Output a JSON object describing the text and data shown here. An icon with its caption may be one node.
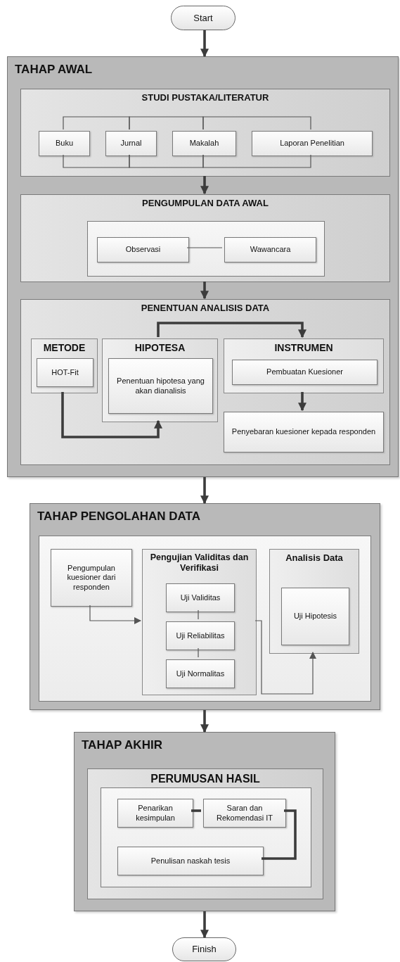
{
  "diagram": {
    "nodes": [
      {
        "text": [
          "Start"
        ]
      },
      {
        "text": [
          "TAHAP AWAL"
        ]
      },
      {
        "text": [
          "STUDI PUSTAKA/LITERATUR"
        ],
        "in": 1
      },
      {
        "text": [
          "Buku"
        ],
        "in": 2
      },
      {
        "text": [
          "Jurnal"
        ],
        "in": 2
      },
      {
        "text": [
          "Makalah"
        ],
        "in": 2
      },
      {
        "text": [
          "Laporan Penelitian"
        ],
        "in": 2
      },
      {
        "text": [
          "PENGUMPULAN DATA AWAL"
        ],
        "in": 1
      },
      {
        "text": [],
        "shape": "box",
        "in": 7
      },
      {
        "text": [
          "Observasi"
        ],
        "in": 8
      },
      {
        "text": [
          "Wawancara"
        ],
        "in": 8
      },
      {
        "text": [
          "PENENTUAN ANALISIS DATA"
        ],
        "in": 1
      },
      {
        "text": [
          "METODE"
        ],
        "in": 11
      },
      {
        "text": [
          "HOT-Fit"
        ],
        "in": 12
      },
      {
        "text": [
          "HIPOTESA"
        ],
        "in": 11
      },
      {
        "text": [
          "Penentuan hipotesa yang akan dianalisis"
        ],
        "in": 14
      },
      {
        "text": [
          "INSTRUMEN"
        ],
        "in": 11
      },
      {
        "text": [
          "Pembuatan Kuesioner"
        ],
        "in": 16
      },
      {
        "text": [
          "Penyebaran kuesioner kepada responden"
        ],
        "in": 11
      },
      {
        "text": [
          "TAHAP PENGOLAHAN DATA"
        ]
      },
      {
        "text": [],
        "shape": "box",
        "in": 19
      },
      {
        "text": [
          "Pengumpulan kuesioner dari responden"
        ],
        "in": 20
      },
      {
        "text": [
          "Pengujian Validitas dan Verifikasi"
        ],
        "in": 20
      },
      {
        "text": [
          "Uji Validitas"
        ],
        "in": 22
      },
      {
        "text": [
          "Uji Reliabilitas"
        ],
        "in": 22
      },
      {
        "text": [
          "Uji Normalitas"
        ],
        "in": 22
      },
      {
        "text": [
          "Analisis Data"
        ],
        "in": 20
      },
      {
        "text": [
          "Uji Hipotesis"
        ],
        "in": 26
      },
      {
        "text": [
          "TAHAP AKHIR"
        ]
      },
      {
        "text": [
          "PERUMUSAN HASIL"
        ],
        "in": 28
      },
      {
        "text": [],
        "shape": "box",
        "in": 29
      },
      {
        "text": [
          "Penarikan kesimpulan"
        ],
        "in": 30
      },
      {
        "text": [
          "Saran dan Rekomendasi IT"
        ],
        "in": 30
      },
      {
        "text": [
          "Penulisan naskah tesis"
        ],
        "in": 30
      },
      {
        "text": [
          "Finish"
        ]
      }
    ],
    "edges": [
      {
        "from": 0,
        "to": 1,
        "arrow": "to",
        "style": "thick"
      },
      {
        "from": 3,
        "to": 4,
        "arrow": "none"
      },
      {
        "from": 4,
        "to": 5,
        "arrow": "none"
      },
      {
        "from": 5,
        "to": 6,
        "arrow": "none"
      },
      {
        "from": 3,
        "to": 4,
        "arrow": "none"
      },
      {
        "from": 4,
        "to": 5,
        "arrow": "none"
      },
      {
        "from": 5,
        "to": 6,
        "arrow": "none"
      },
      {
        "from": 2,
        "to": 7,
        "arrow": "to",
        "style": "thick"
      },
      {
        "from": 9,
        "to": 10,
        "arrow": "none"
      },
      {
        "from": 7,
        "to": 11,
        "arrow": "to",
        "style": "thick"
      },
      {
        "from": 14,
        "to": 16,
        "arrow": "to",
        "style": "thick"
      },
      {
        "from": 12,
        "to": 14,
        "arrow": "to",
        "style": "thick"
      },
      {
        "from": 16,
        "to": 18,
        "arrow": "to",
        "style": "thick"
      },
      {
        "from": 1,
        "to": 19,
        "arrow": "to",
        "style": "thick"
      },
      {
        "from": 21,
        "to": 22,
        "arrow": "to"
      },
      {
        "from": 23,
        "to": 24,
        "arrow": "none"
      },
      {
        "from": 24,
        "to": 25,
        "arrow": "none"
      },
      {
        "from": 22,
        "to": 26,
        "arrow": "to"
      },
      {
        "from": 19,
        "to": 28,
        "arrow": "to",
        "style": "thick"
      },
      {
        "from": 31,
        "to": 32,
        "arrow": "none",
        "style": "thick"
      },
      {
        "from": 32,
        "to": 33,
        "arrow": "none",
        "style": "thick"
      },
      {
        "from": 28,
        "to": 34,
        "arrow": "to",
        "style": "thick"
      }
    ]
  }
}
